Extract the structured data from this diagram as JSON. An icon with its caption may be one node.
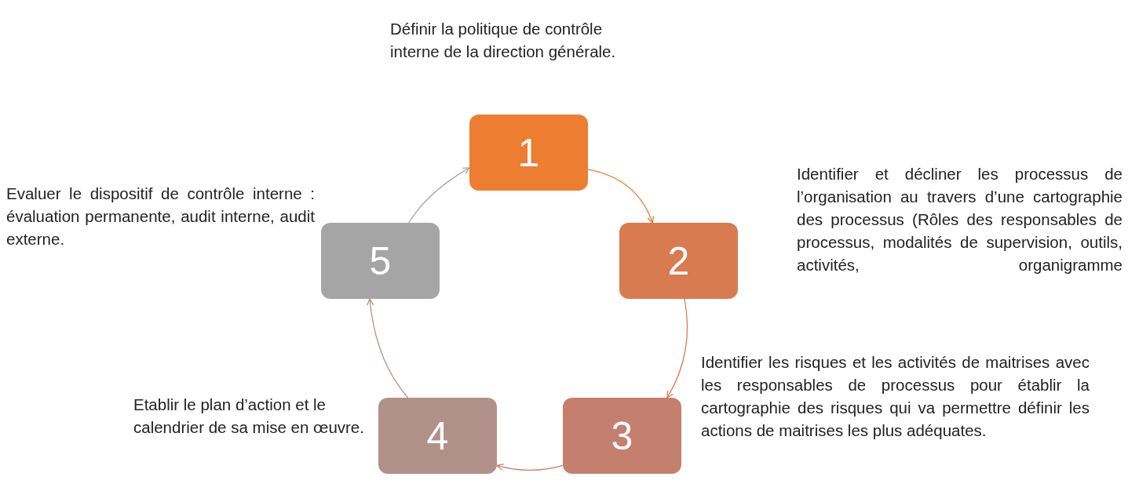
{
  "diagram": {
    "nodes": [
      {
        "text": [
          "1"
        ],
        "beside": [
          "Définir la politique de contrôle interne de la direction générale."
        ]
      },
      {
        "text": [
          "2"
        ],
        "beside": [
          "Identifier et décliner les processus de l’organisation au travers d’une cartographie des processus (Rôles des responsables de processus, modalités de supervision, outils, activités, organigramme"
        ]
      },
      {
        "text": [
          "3"
        ],
        "beside": [
          "Identifier les risques et les activités de maitrises avec les responsables de processus pour établir la cartographie des risques qui va permettre définir les actions de maitrises les plus adéquates."
        ]
      },
      {
        "text": [
          "4"
        ],
        "beside": [
          "Etablir le plan d’action et le calendrier de sa mise en œuvre."
        ]
      },
      {
        "text": [
          "5"
        ],
        "beside": [
          "Evaluer le dispositif de contrôle interne : évaluation permanente, audit interne, audit externe."
        ]
      }
    ],
    "edges": [
      {
        "from": 0,
        "to": 1,
        "arrow": "to"
      },
      {
        "from": 1,
        "to": 2,
        "arrow": "to"
      },
      {
        "from": 2,
        "to": 3,
        "arrow": "to"
      },
      {
        "from": 3,
        "to": 4,
        "arrow": "to"
      },
      {
        "from": 4,
        "to": 0,
        "arrow": "to",
        "color": "#a5a5a5"
      }
    ]
  }
}
